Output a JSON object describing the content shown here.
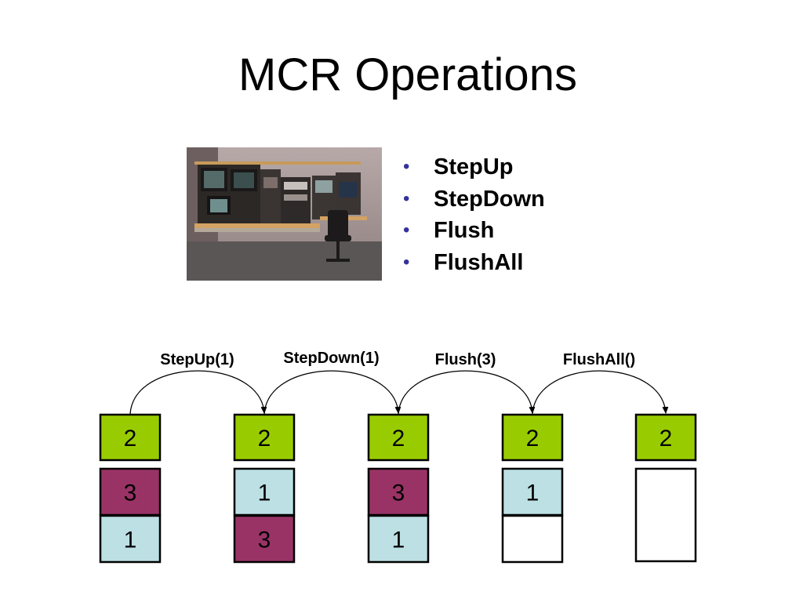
{
  "slide": {
    "title": "MCR Operations",
    "image_description_icon": "control-room-photo",
    "bullets": [
      "StepUp",
      "StepDown",
      "Flush",
      "FlushAll"
    ]
  },
  "colors": {
    "green": "#99CC00",
    "purple": "#993366",
    "lightblue": "#BCE0E4",
    "white": "#FFFFFF",
    "bullet": "#333399"
  },
  "diagram": {
    "operations": [
      "StepUp(1)",
      "StepDown(1)",
      "Flush(3)",
      "FlushAll()"
    ],
    "stacks": [
      {
        "top": "2",
        "cells": [
          {
            "value": "3",
            "color": "purple"
          },
          {
            "value": "1",
            "color": "lightblue"
          }
        ]
      },
      {
        "top": "2",
        "cells": [
          {
            "value": "1",
            "color": "lightblue"
          },
          {
            "value": "3",
            "color": "purple"
          }
        ]
      },
      {
        "top": "2",
        "cells": [
          {
            "value": "3",
            "color": "purple"
          },
          {
            "value": "1",
            "color": "lightblue"
          }
        ]
      },
      {
        "top": "2",
        "cells": [
          {
            "value": "1",
            "color": "lightblue"
          },
          {
            "value": "",
            "color": "white"
          }
        ]
      },
      {
        "top": "2",
        "cells": []
      }
    ]
  }
}
